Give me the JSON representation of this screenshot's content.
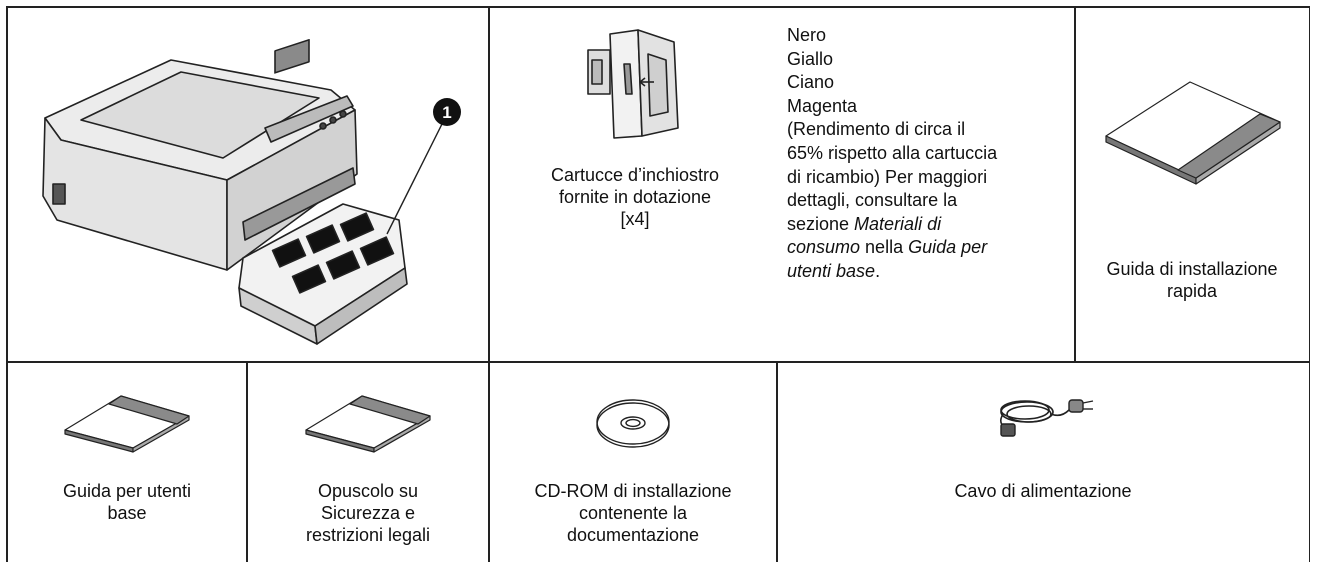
{
  "printer": {
    "callout_number": "1"
  },
  "ink_cartridges": {
    "caption_lines": [
      "Cartucce d’inchiostro",
      "fornite in dotazione",
      "[x4]"
    ],
    "colors": [
      "Nero",
      "Giallo",
      "Ciano",
      "Magenta"
    ],
    "yield_lines": [
      "(Rendimento di circa il",
      "65% rispetto alla cartuccia",
      "di ricambio) Per maggiori",
      "dettagli, consultare la"
    ],
    "ref_line1_prefix": "sezione ",
    "ref_line1_italic": "Materiali di",
    "ref_line2_italic_a": "consumo",
    "ref_line2_mid": " nella ",
    "ref_line2_italic_b": "Guida per",
    "ref_line3_italic": "utenti base",
    "ref_line3_suffix": "."
  },
  "quick_setup_guide": {
    "caption_lines": [
      "Guida di installazione",
      "rapida"
    ]
  },
  "basic_user_guide": {
    "caption_lines": [
      "Guida per utenti",
      "base"
    ]
  },
  "safety_booklet": {
    "caption_lines": [
      "Opuscolo su",
      "Sicurezza e",
      "restrizioni legali"
    ]
  },
  "cd_rom": {
    "caption_lines": [
      "CD-ROM di installazione",
      "contenente la",
      "documentazione"
    ]
  },
  "power_cord": {
    "caption": "Cavo di alimentazione"
  }
}
